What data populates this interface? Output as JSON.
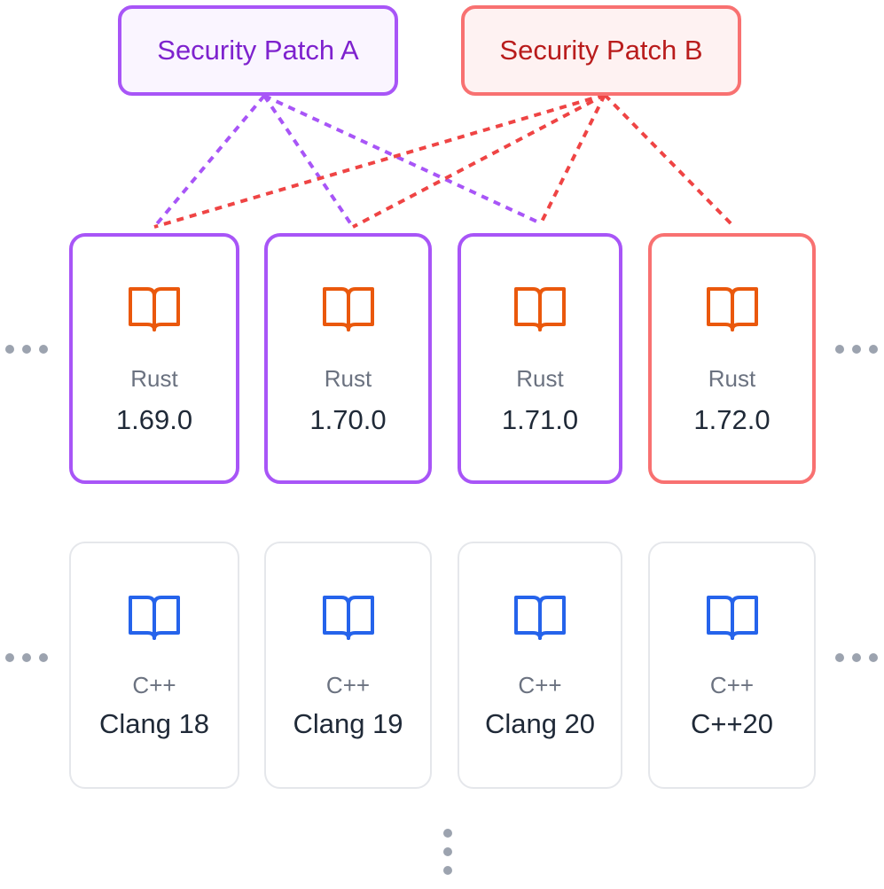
{
  "patches": [
    {
      "label": "Security Patch A",
      "color": "#a855f7"
    },
    {
      "label": "Security Patch B",
      "color": "#ef4444"
    }
  ],
  "rust_row": {
    "cards": [
      {
        "lang": "Rust",
        "version": "1.69.0",
        "patches": [
          "Security Patch A",
          "Security Patch B"
        ]
      },
      {
        "lang": "Rust",
        "version": "1.70.0",
        "patches": [
          "Security Patch A",
          "Security Patch B"
        ]
      },
      {
        "lang": "Rust",
        "version": "1.71.0",
        "patches": [
          "Security Patch A",
          "Security Patch B"
        ]
      },
      {
        "lang": "Rust",
        "version": "1.72.0",
        "patches": [
          "Security Patch B"
        ]
      }
    ],
    "icon": "book-icon",
    "icon_color": "#ea580c"
  },
  "cpp_row": {
    "cards": [
      {
        "lang": "C++",
        "version": "Clang 18"
      },
      {
        "lang": "C++",
        "version": "Clang 19"
      },
      {
        "lang": "C++",
        "version": "Clang 20"
      },
      {
        "lang": "C++",
        "version": "C++20"
      }
    ],
    "icon": "book-icon",
    "icon_color": "#2563eb"
  },
  "continuation_indicator": "ellipsis-dots"
}
